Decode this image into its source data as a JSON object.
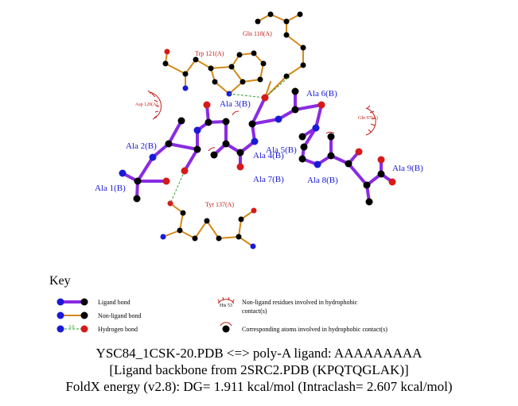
{
  "residue_labels": {
    "gln118": "Gln 118(A)",
    "trp121": "Trp 121(A)",
    "asp120": "Asp 120(A)",
    "gln97": "Gln 97(A)",
    "tyr137": "Tyr 137(A)",
    "ala1": "Ala 1(B)",
    "ala2": "Ala 2(B)",
    "ala3": "Ala 3(B)",
    "ala4": "Ala 4(B)",
    "ala5": "Ala 5(B)",
    "ala6": "Ala 6(B)",
    "ala7": "Ala 7(B)",
    "ala8": "Ala 8(B)",
    "ala9": "Ala 9(B)"
  },
  "key": {
    "title": "Key",
    "ligand_bond": "Ligand bond",
    "nonligand_bond": "Non-ligand bond",
    "hydrogen_bond": "Hydrogen bond",
    "hb_sample": "3.0",
    "hydrophobic_residues_line1": "Non-ligand residues involved in hydrophobic",
    "hydrophobic_residues_line2": "contact(s)",
    "hydrophobic_residues_sample": "His 53",
    "hydrophobic_atoms": "Corresponding atoms involved in hydrophobic contact(s)"
  },
  "caption": {
    "line1": "YSC84_1CSK-20.PDB <=> poly-A ligand: AAAAAAAAA",
    "line2": "[Ligand backbone from 2SRC2.PDB (KPQTQGLAK)]",
    "line3": "FoldX energy (v2.8): DG= 1.911 kcal/mol (Intraclash= 2.607 kcal/mol)"
  },
  "colors": {
    "ligand_bond": "#8a2be2",
    "nonligand_bond": "#d38a1a",
    "hydrogen_bond": "#2e9e2e",
    "carbon": "#000000",
    "nitrogen": "#1a1ad6",
    "oxygen": "#d61a1a",
    "residue_label_blue": "#1a1ad6",
    "residue_label_red": "#c0201a"
  }
}
